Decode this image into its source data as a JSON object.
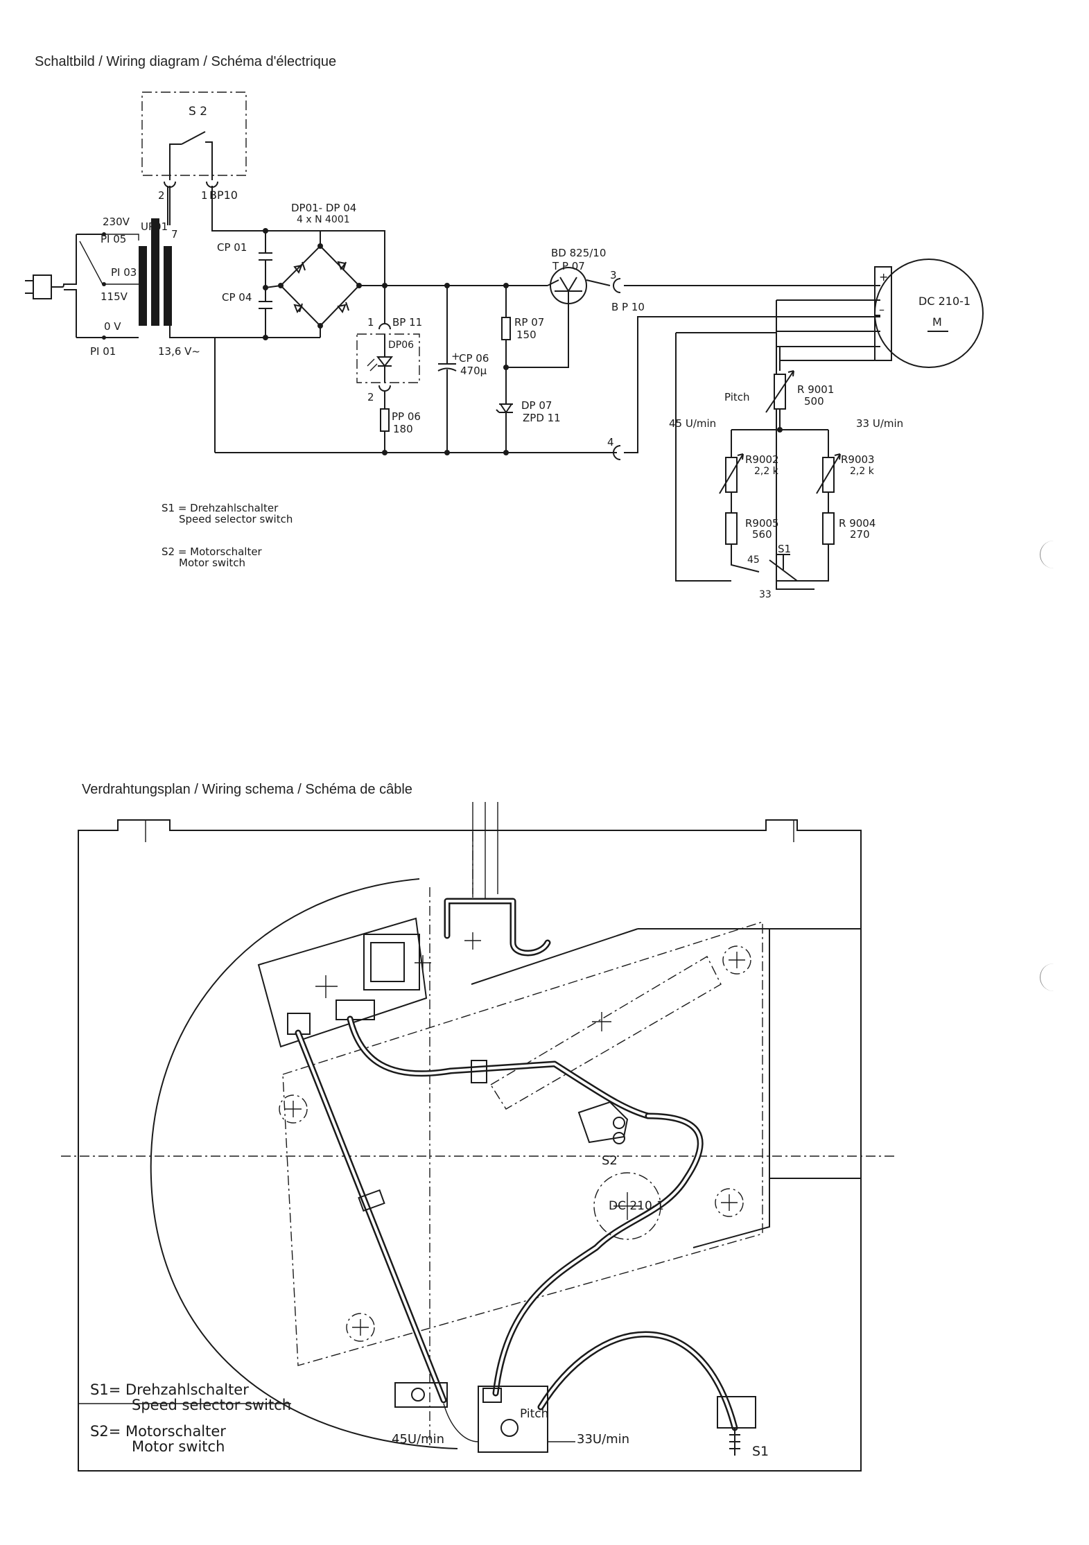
{
  "headings": {
    "schematic": "Schaltbild / Wiring diagram / Schéma d'électrique",
    "wiring": "Verdrahtungsplan / Wiring schema / Schéma de câble"
  },
  "schematic": {
    "s2": "S 2",
    "pin2": "2",
    "pin1": "1",
    "bp10_top": "BP10",
    "dp_range": "DP01- DP 04",
    "dp_type": "4 x N 4001",
    "v230": "230V",
    "up01": "UP01",
    "pi05": "PI 05",
    "pi03": "PI 03",
    "v115": "115V",
    "v0": "0 V",
    "pi01": "PI 01",
    "v136": "13,6 V~",
    "sec7": "7",
    "cp01": "CP 01",
    "cp04": "CP 04",
    "bp11_pin": "1",
    "bp11": "BP 11",
    "dp06": "DP06",
    "bp11_pin2": "2",
    "pp06": "PP 06",
    "pp06_val": "180",
    "cp06": "CP 06",
    "cp06_val": "470μ",
    "cp06_plus": "+",
    "bd825": "BD 825/10",
    "tp07": "T P 07",
    "rp07": "RP 07",
    "rp07_val": "150",
    "dp07": "DP 07",
    "dp07_type": "ZPD 11",
    "bp10_3": "3",
    "bp10_right": "B P 10",
    "bp10_4": "4",
    "motor": "DC 210-1",
    "motor_m": "M",
    "plus": "+",
    "minus": "–",
    "pitch": "Pitch",
    "r9001": "R 9001",
    "r9001_val": "500",
    "u45": "45 U/min",
    "u33": "33 U/min",
    "r9002": "R9002",
    "r9002_val": "2,2 k",
    "r9003": "R9003",
    "r9003_val": "2,2 k",
    "r9005": "R9005",
    "r9005_val": "560",
    "r9004": "R 9004",
    "r9004_val": "270",
    "s1": "S1",
    "s1_45": "45",
    "s1_33": "33",
    "legend_s1a": "S1 = Drehzahlschalter",
    "legend_s1b": "Speed selector switch",
    "legend_s2a": "S2 = Motorschalter",
    "legend_s2b": "Motor switch"
  },
  "wiring": {
    "s2": "S2",
    "motor": "DC 210-1",
    "pitch": "Pitch",
    "u45": "45U/min",
    "u33": "33U/min",
    "s1": "S1",
    "legend_s1a": "S1= Drehzahlschalter",
    "legend_s1b": "Speed selector switch",
    "legend_s2a": "S2= Motorschalter",
    "legend_s2b": "Motor switch"
  }
}
